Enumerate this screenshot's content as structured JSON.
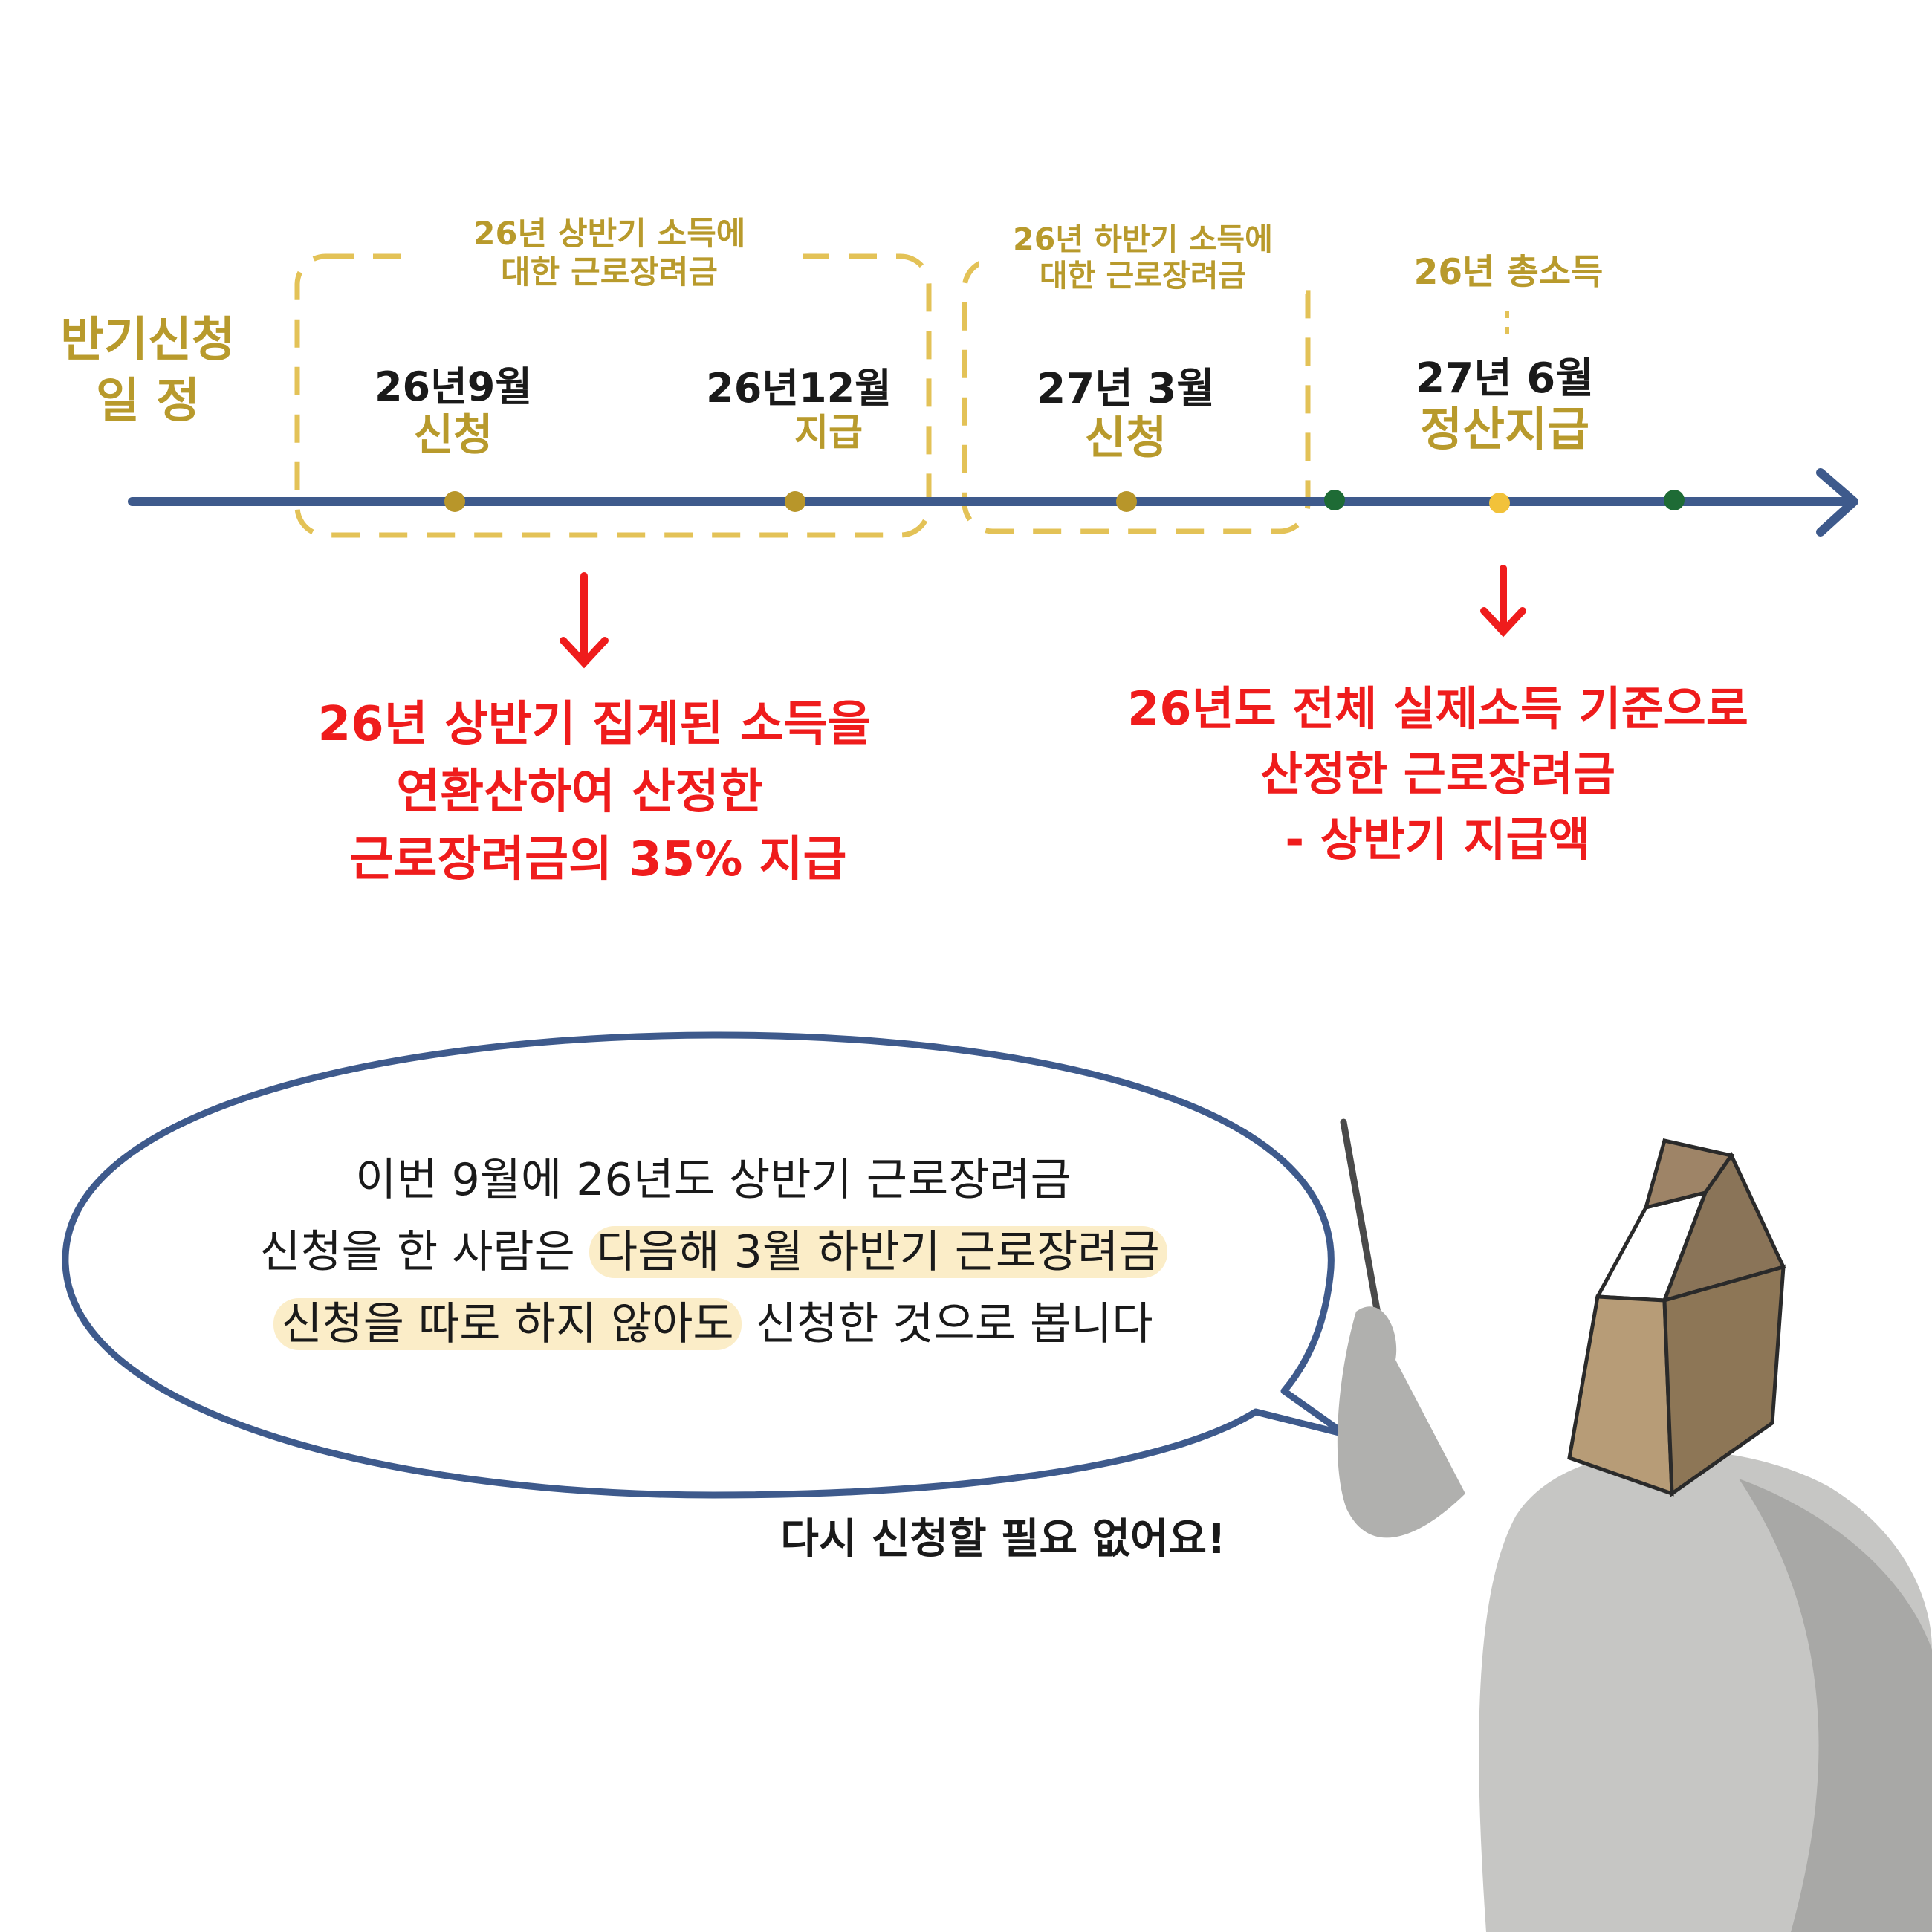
{
  "schedule_label": {
    "line1": "반기신청",
    "line2": "일 정"
  },
  "groups": {
    "first_half": {
      "line1": "26년 상반기 소득에",
      "line2": "대한 근로장려금"
    },
    "second_half": {
      "line1": "26년 하반기 소득에",
      "line2": "대한 근로장려금"
    },
    "total_income": "26년 총소득"
  },
  "timeline": [
    {
      "date": "26년9월",
      "event": "신청"
    },
    {
      "date": "26년12월",
      "event": "지급"
    },
    {
      "date": "27년 3월",
      "event": "신청"
    },
    {
      "date": "27년 6월",
      "event": "정산지급"
    }
  ],
  "notes": {
    "left": [
      "26년 상반기 집계된 소득을",
      "연환산하여 산정한",
      "근로장려금의 35% 지급"
    ],
    "right": [
      "26년도 전체 실제소득 기준으로",
      "산정한 근로장려금",
      "- 상반기 지급액"
    ]
  },
  "speech": {
    "line1": "이번 9월에 26년도 상반기 근로장려금",
    "line2_pre": "신청을 한 사람은",
    "line2_hl": "다음해 3월 하반기 근로장려금",
    "line3_hl": "신청을 따로 하지 않아도",
    "line3_post": "신청한 것으로 봅니다"
  },
  "exclamation": "다시 신청할 필요 없어요!",
  "colors": {
    "olive": "#b89a2c",
    "timeline_blue": "#3e5a8c",
    "note_red": "#ef1c1c",
    "highlight": "#fbedc8",
    "green_dot": "#1e6b35",
    "yellow_dot": "#f2c23a"
  }
}
